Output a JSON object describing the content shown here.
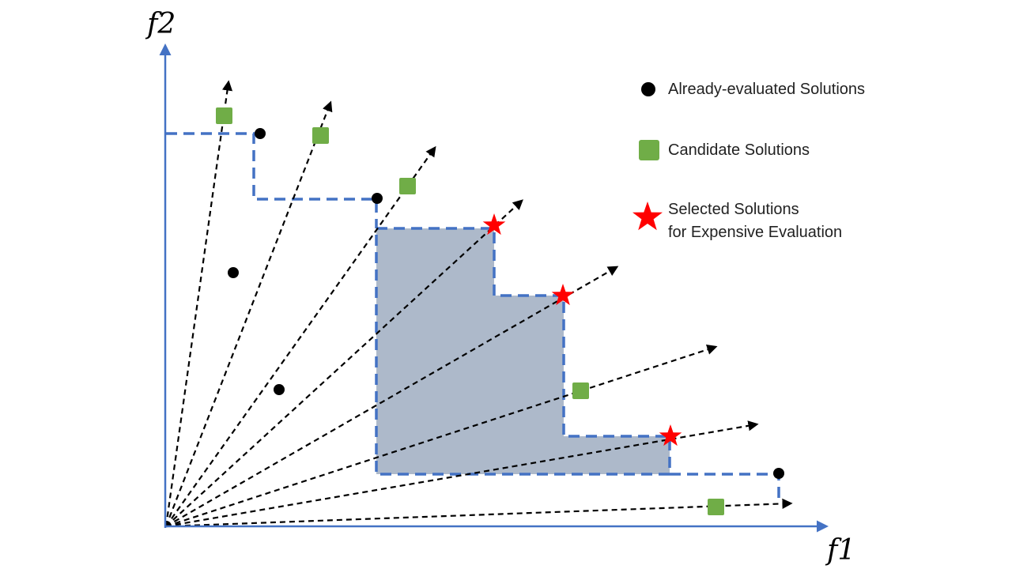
{
  "axes": {
    "x_label": "f1",
    "y_label": "f2"
  },
  "legend": {
    "evaluated": "Already-evaluated Solutions",
    "candidate": "Candidate Solutions",
    "selected_line1": "Selected Solutions",
    "selected_line2": "for Expensive Evaluation"
  },
  "colors": {
    "axis": "#4472C4",
    "front": "#4472C4",
    "hv_fill": "#ADB9CA",
    "evaluated": "#000000",
    "candidate": "#70AD47",
    "selected": "#FF0000",
    "arrow": "#000000"
  },
  "icons": {
    "evaluated": "black-dot",
    "candidate": "green-square",
    "selected": "red-star"
  }
}
